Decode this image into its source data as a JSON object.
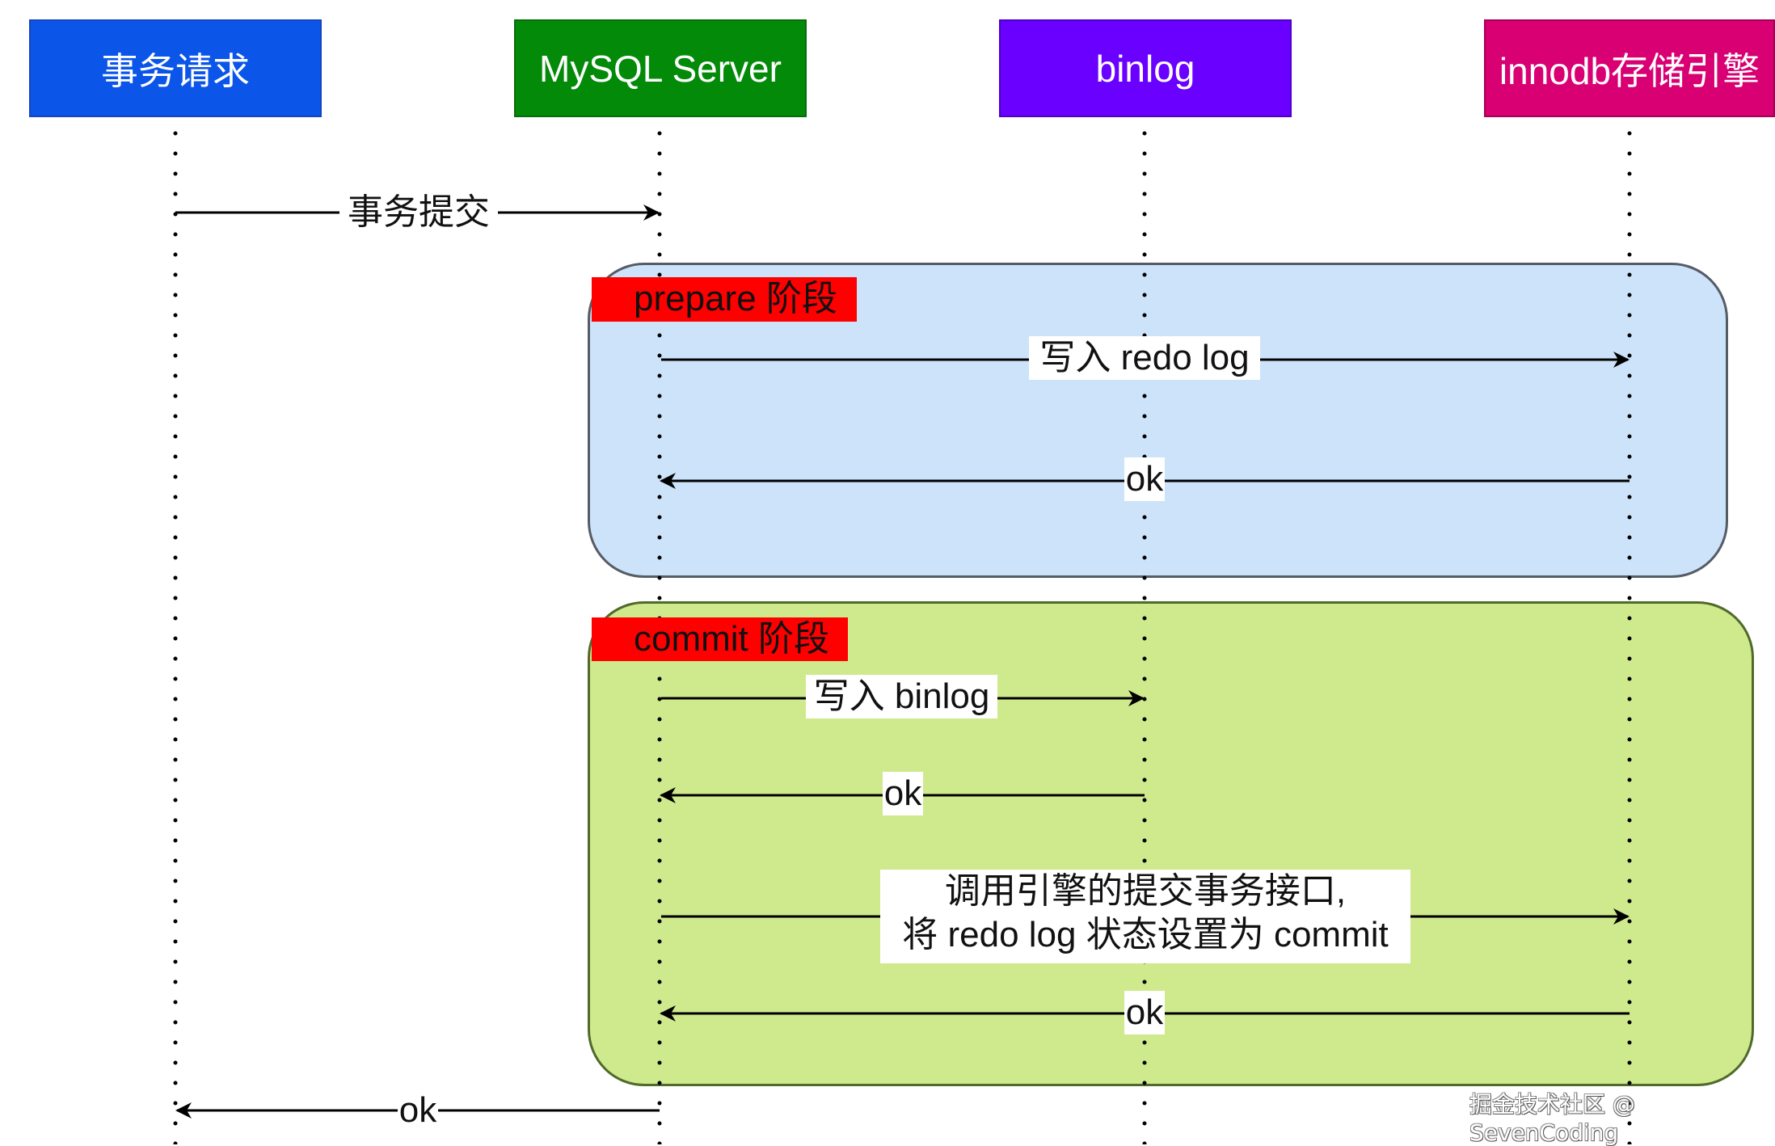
{
  "participants": [
    {
      "id": "client",
      "label": "事务请求",
      "color": "#0b55e8"
    },
    {
      "id": "server",
      "label": "MySQL Server",
      "color": "#038a08"
    },
    {
      "id": "binlog",
      "label": "binlog",
      "color": "#6a00ff"
    },
    {
      "id": "innodb",
      "label": "innodb存储引擎",
      "color": "#d80073"
    }
  ],
  "phases": [
    {
      "id": "prepare",
      "label": "prepare 阶段",
      "fill": "#cce3fa"
    },
    {
      "id": "commit",
      "label": "commit 阶段",
      "fill": "#cfe98d"
    }
  ],
  "messages": [
    {
      "from": "client",
      "to": "server",
      "label": "事务提交"
    },
    {
      "from": "server",
      "to": "innodb",
      "label": "写入 redo log",
      "phase": "prepare"
    },
    {
      "from": "innodb",
      "to": "server",
      "label": "ok",
      "phase": "prepare"
    },
    {
      "from": "server",
      "to": "binlog",
      "label": "写入 binlog",
      "phase": "commit"
    },
    {
      "from": "binlog",
      "to": "server",
      "label": "ok",
      "phase": "commit"
    },
    {
      "from": "server",
      "to": "innodb",
      "label_line1": "调用引擎的提交事务接口,",
      "label_line2": "将 redo log 状态设置为 commit",
      "phase": "commit"
    },
    {
      "from": "innodb",
      "to": "server",
      "label": "ok",
      "phase": "commit"
    },
    {
      "from": "server",
      "to": "client",
      "label": "ok"
    }
  ],
  "watermark": "掘金技术社区 @ SevenCoding"
}
